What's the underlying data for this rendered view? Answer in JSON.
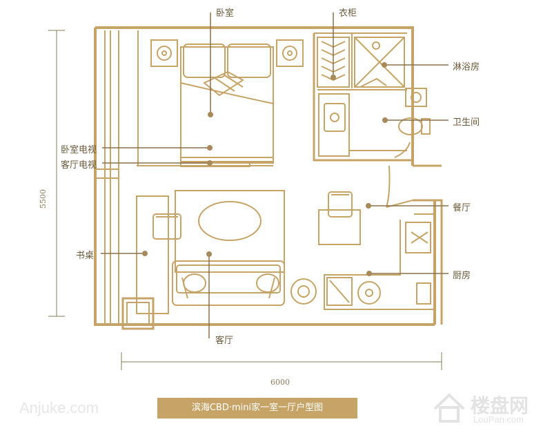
{
  "labels": {
    "bedroom": "卧室",
    "wardrobe": "衣柜",
    "shower": "淋浴房",
    "bathroom": "卫生间",
    "bedroom_tv": "卧室电视",
    "living_tv": "客厅电视",
    "dining": "餐厅",
    "desk": "书桌",
    "kitchen": "厨房",
    "living": "客厅"
  },
  "dimensions": {
    "height": "5500",
    "width": "6000"
  },
  "caption": "滨海CBD·mini家一室一厅户型图",
  "watermarks": {
    "left": "Anjuke.com",
    "right_brand": "楼盘网",
    "right_url": "LouPan.com"
  },
  "colors": {
    "wall": "#c6a467",
    "line": "#8a7048",
    "dot": "#a8895a",
    "caption_bg": "#c6a467"
  }
}
